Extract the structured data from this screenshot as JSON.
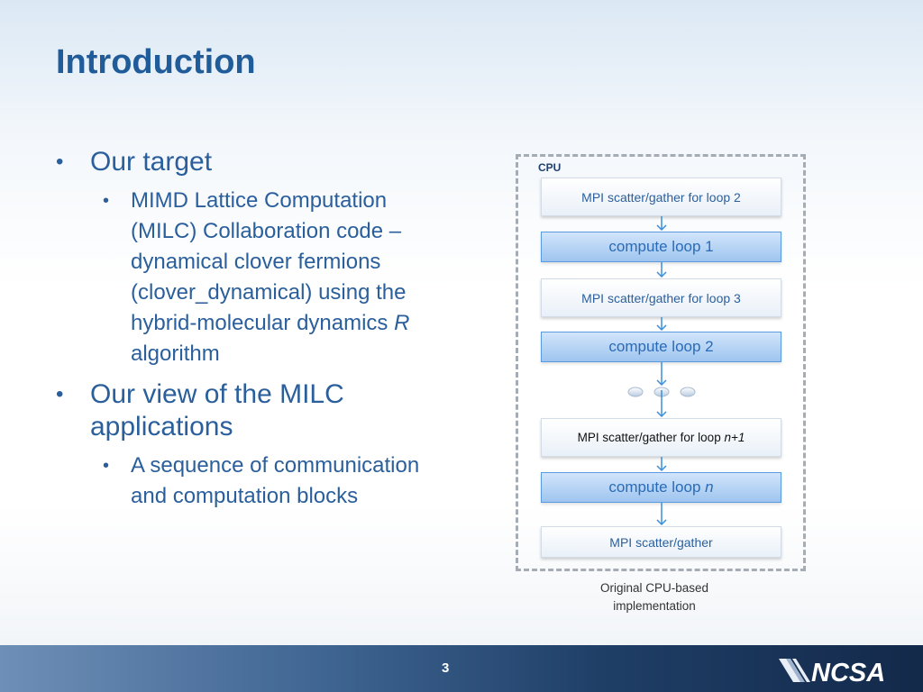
{
  "title": "Introduction",
  "bullets": [
    {
      "text": "Our target",
      "sub": {
        "text_pre": "MIMD Lattice Computation (MILC) Collaboration code – dynamical clover fermions (clover_dynamical) using the hybrid-molecular dynamics ",
        "text_italic": "R",
        "text_post": " algorithm"
      }
    },
    {
      "text": "Our view of the MILC applications",
      "sub": {
        "text": "A sequence of communication and computation blocks"
      }
    }
  ],
  "diagram": {
    "frame_label": "CPU",
    "blocks": [
      {
        "label": "MPI scatter/gather for loop 2"
      },
      {
        "label": "compute loop 1"
      },
      {
        "label": "MPI scatter/gather for loop 3"
      },
      {
        "label": "compute loop 2"
      },
      {
        "label_pre": "MPI scatter/gather for loop ",
        "label_italic": "n+1"
      },
      {
        "label_pre": "compute loop ",
        "label_italic": "n"
      },
      {
        "label": "MPI scatter/gather"
      }
    ],
    "caption_line1": "Original CPU-based",
    "caption_line2": "implementation"
  },
  "footer": {
    "page_number": "3",
    "logo_text": "NCSA"
  },
  "colors": {
    "title": "#1f5c99",
    "body_text": "#2a5f9c",
    "arrow": "#3a8fd8",
    "compute_fill": "#a8ccf2",
    "footer_dark": "#13294a"
  }
}
